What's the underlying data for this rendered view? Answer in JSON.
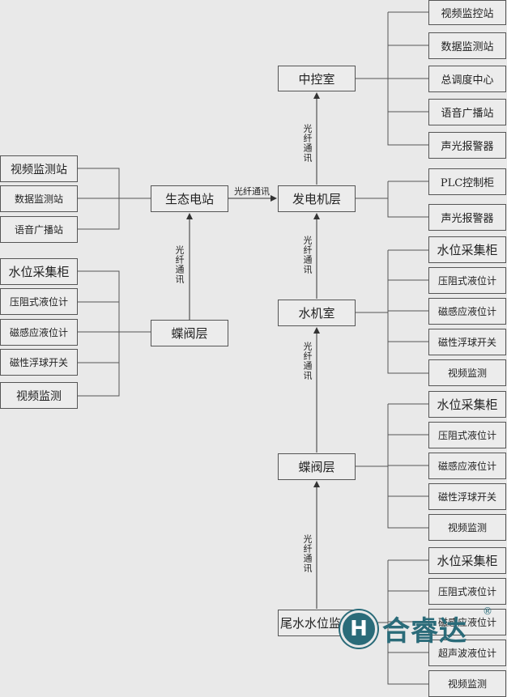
{
  "left_groups": {
    "eco_station": {
      "hub": "生态电站",
      "items": [
        "视频监测站",
        "数据监测站",
        "语音广播站"
      ]
    },
    "butterfly_valve": {
      "hub": "蝶阀层",
      "items": [
        "水位采集柜",
        "压阻式液位计",
        "磁感应液位计",
        "磁性浮球开关",
        "视频监测"
      ]
    }
  },
  "right_groups": {
    "control_room": {
      "hub": "中控室",
      "items": [
        "视频监控站",
        "数据监测站",
        "总调度中心",
        "语音广播站",
        "声光报警器"
      ]
    },
    "generator_floor": {
      "hub": "发电机层",
      "items": [
        "PLC控制柜",
        "声光报警器"
      ]
    },
    "turbine_room": {
      "hub": "水机室",
      "items": [
        "水位采集柜",
        "压阻式液位计",
        "磁感应液位计",
        "磁性浮球开关",
        "视频监测"
      ]
    },
    "butterfly_valve": {
      "hub": "蝶阀层",
      "items": [
        "水位采集柜",
        "压阻式液位计",
        "磁感应液位计",
        "磁性浮球开关",
        "视频监测"
      ]
    },
    "tailwater": {
      "hub": "尾水水位监测",
      "items": [
        "水位采集柜",
        "压阻式液位计",
        "磁感应液位计",
        "超声波液位计",
        "视频监测"
      ]
    }
  },
  "link_label": "光纤通讯",
  "logo": {
    "text": "合睿达",
    "mark": "H",
    "registered": "®"
  },
  "colors": {
    "background": "#e9e9e9",
    "line": "#555555",
    "logo": "#2a6b79"
  }
}
